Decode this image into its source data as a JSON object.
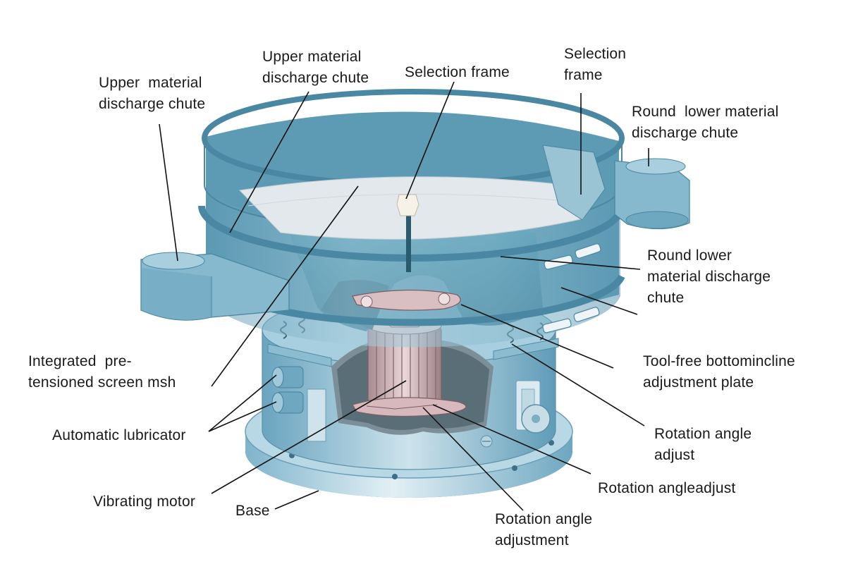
{
  "labels": {
    "upper_chute_left": "Upper  material\ndischarge chute",
    "upper_chute_top": "Upper material\ndischarge chute",
    "selection_frame_center": "Selection frame",
    "selection_frame_right": "Selection\nframe",
    "round_lower_top": "Round  lower material\ndischarge chute",
    "round_lower_mid": "Round lower\nmaterial discharge\nchute",
    "integrated_screen": "Integrated  pre-\ntensioned screen msh",
    "tool_free_plate": "Tool-free bottomincline\nadjustment plate",
    "automatic_lubricator": "Automatic lubricator",
    "rotation_angle_adjust_right": "Rotation angle\nadjust",
    "vibrating_motor": "Vibrating motor",
    "base": "Base",
    "rotation_angleadjust": "Rotation angleadjust",
    "rotation_angle_adjustment": "Rotation angle\nadjustment"
  },
  "colors": {
    "body_blue": "#7fb4cc",
    "body_light": "#cfe5ee",
    "body_dark": "#4f8ba6",
    "interior_teal": "#3f8ea8",
    "interior_dark": "#2c6f88",
    "screen_mesh": "#dfe6e9",
    "motor_pink": "#c9a9ad",
    "leader_line": "#111111"
  }
}
